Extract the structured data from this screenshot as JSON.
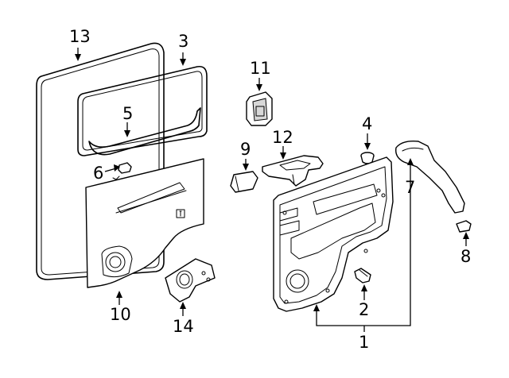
{
  "diagram": {
    "callouts": [
      {
        "id": "callout-1",
        "label": "1"
      },
      {
        "id": "callout-2",
        "label": "2"
      },
      {
        "id": "callout-3",
        "label": "3"
      },
      {
        "id": "callout-4",
        "label": "4"
      },
      {
        "id": "callout-5",
        "label": "5"
      },
      {
        "id": "callout-6",
        "label": "6"
      },
      {
        "id": "callout-7",
        "label": "7"
      },
      {
        "id": "callout-8",
        "label": "8"
      },
      {
        "id": "callout-9",
        "label": "9"
      },
      {
        "id": "callout-10",
        "label": "10"
      },
      {
        "id": "callout-11",
        "label": "11"
      },
      {
        "id": "callout-12",
        "label": "12"
      },
      {
        "id": "callout-13",
        "label": "13"
      },
      {
        "id": "callout-14",
        "label": "14"
      }
    ]
  }
}
